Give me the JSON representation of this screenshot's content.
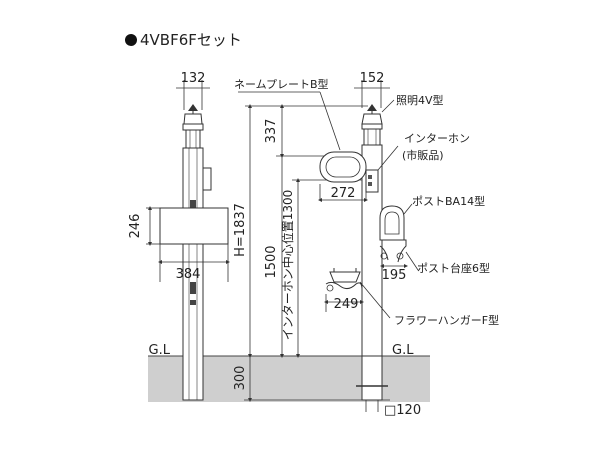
{
  "title": "4VBF6Fセット",
  "dimensions": {
    "top_width_left": "132",
    "top_width_right": "152",
    "hanger_height": "246",
    "hanger_width": "384",
    "top_offset": "337",
    "total_height": "H=1837",
    "intercom_height": "1500",
    "intercom_center_label": "インターホン中心位置1300",
    "nameplate_width": "272",
    "post_stand_width": "195",
    "flower_hanger_width": "249",
    "buried_depth": "300",
    "post_section": "□120"
  },
  "labels": {
    "nameplate": "ネームプレートB型",
    "light": "照明4V型",
    "intercom_line1": "インターホン",
    "intercom_line2": "(市販品)",
    "post_box": "ポストBA14型",
    "post_stand": "ポスト台座6型",
    "flower_hanger": "フラワーハンガーF型",
    "ground_left": "G.L",
    "ground_right": "G.L"
  },
  "colors": {
    "ground": "#cfcfcf",
    "line": "#333333"
  }
}
